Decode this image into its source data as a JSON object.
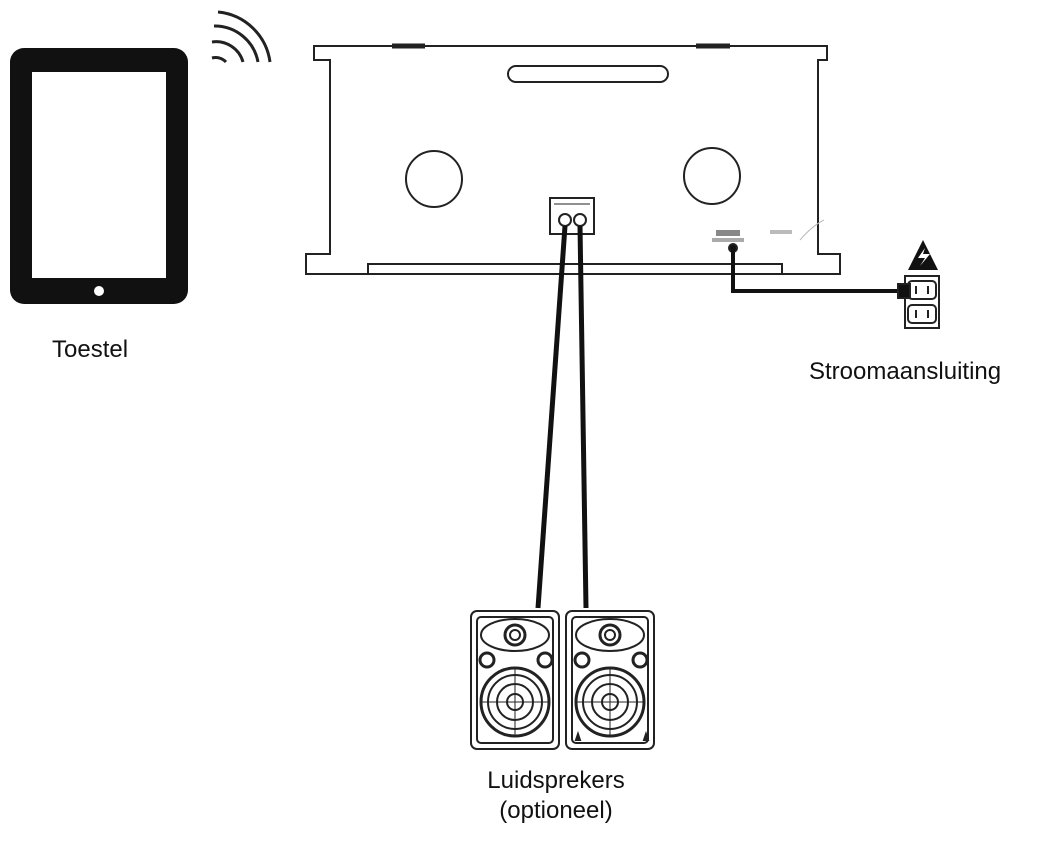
{
  "labels": {
    "device": "Toestel",
    "power": "Stroomaansluiting",
    "speakers_line1": "Luidsprekers",
    "speakers_line2": "(optioneel)"
  },
  "icons": {
    "device": "tablet-icon",
    "wireless": "wifi-signal-icon",
    "hazard": "electric-hazard-icon",
    "outlet": "power-outlet-icon",
    "speaker": "speaker-icon"
  },
  "colors": {
    "line": "#111111",
    "background": "#ffffff"
  }
}
